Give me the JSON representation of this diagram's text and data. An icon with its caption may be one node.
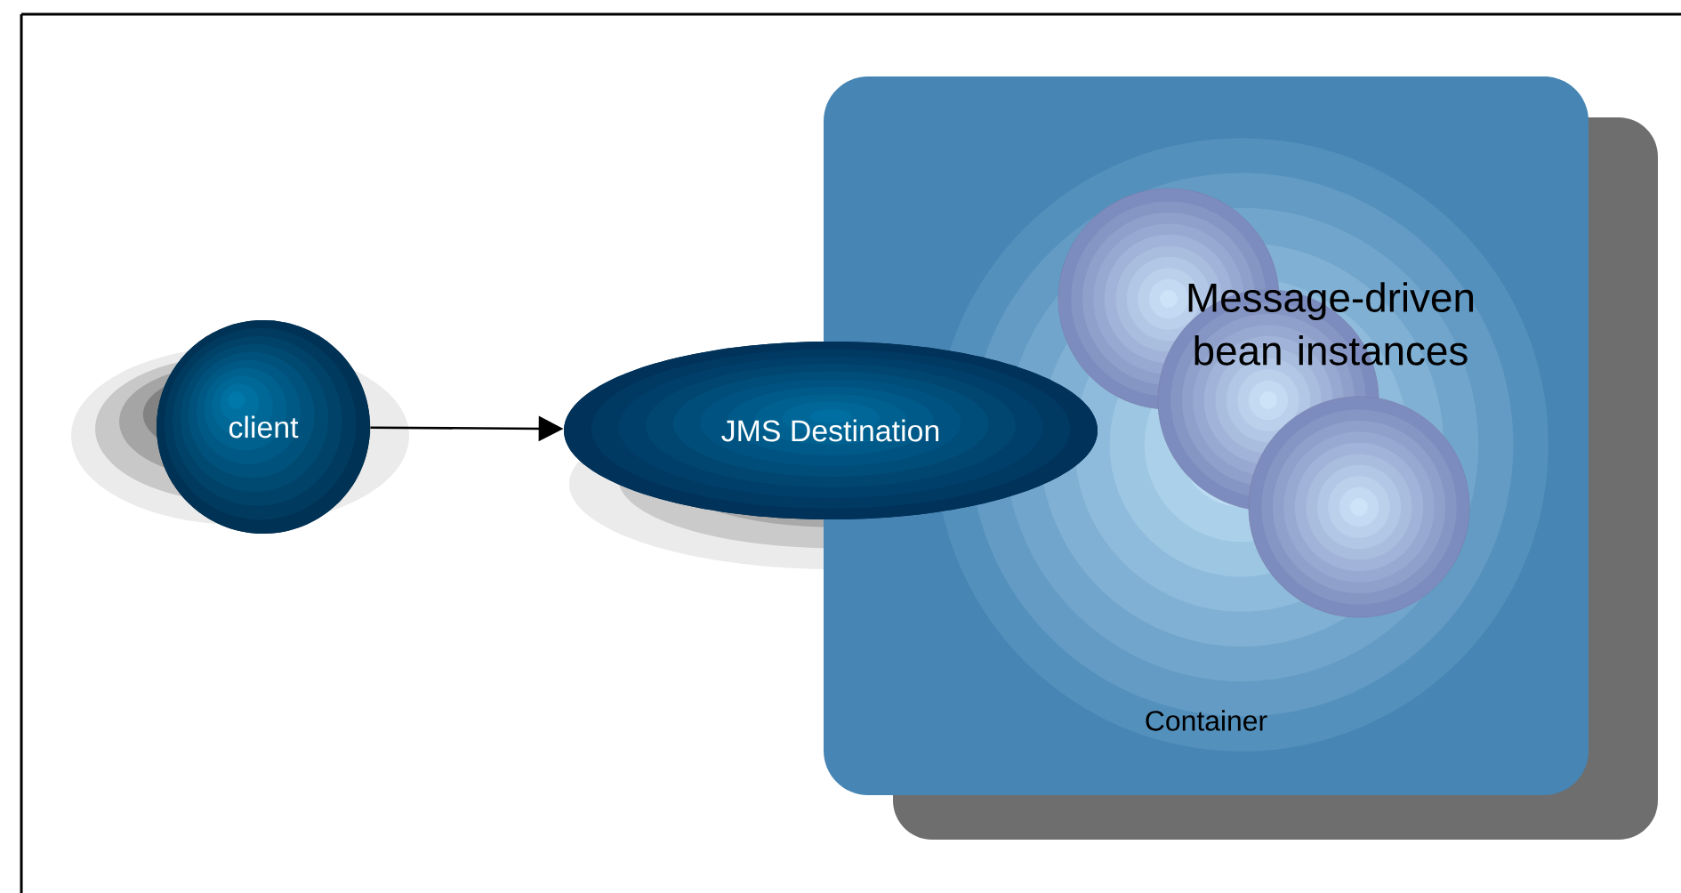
{
  "diagram": {
    "nodes": [
      {
        "text": [
          "client"
        ]
      },
      {
        "text": [
          "JMS Destination"
        ]
      },
      {
        "text": [
          "Container"
        ]
      },
      {
        "text": [],
        "shape": "circle",
        "in": 2
      },
      {
        "text": [],
        "shape": "circle",
        "in": 2
      },
      {
        "text": [],
        "shape": "circle",
        "in": 2
      }
    ],
    "edges": [
      {
        "from": 0,
        "to": 1,
        "arrow": "to"
      }
    ],
    "labels": [
      "Message-driven bean instances"
    ]
  }
}
